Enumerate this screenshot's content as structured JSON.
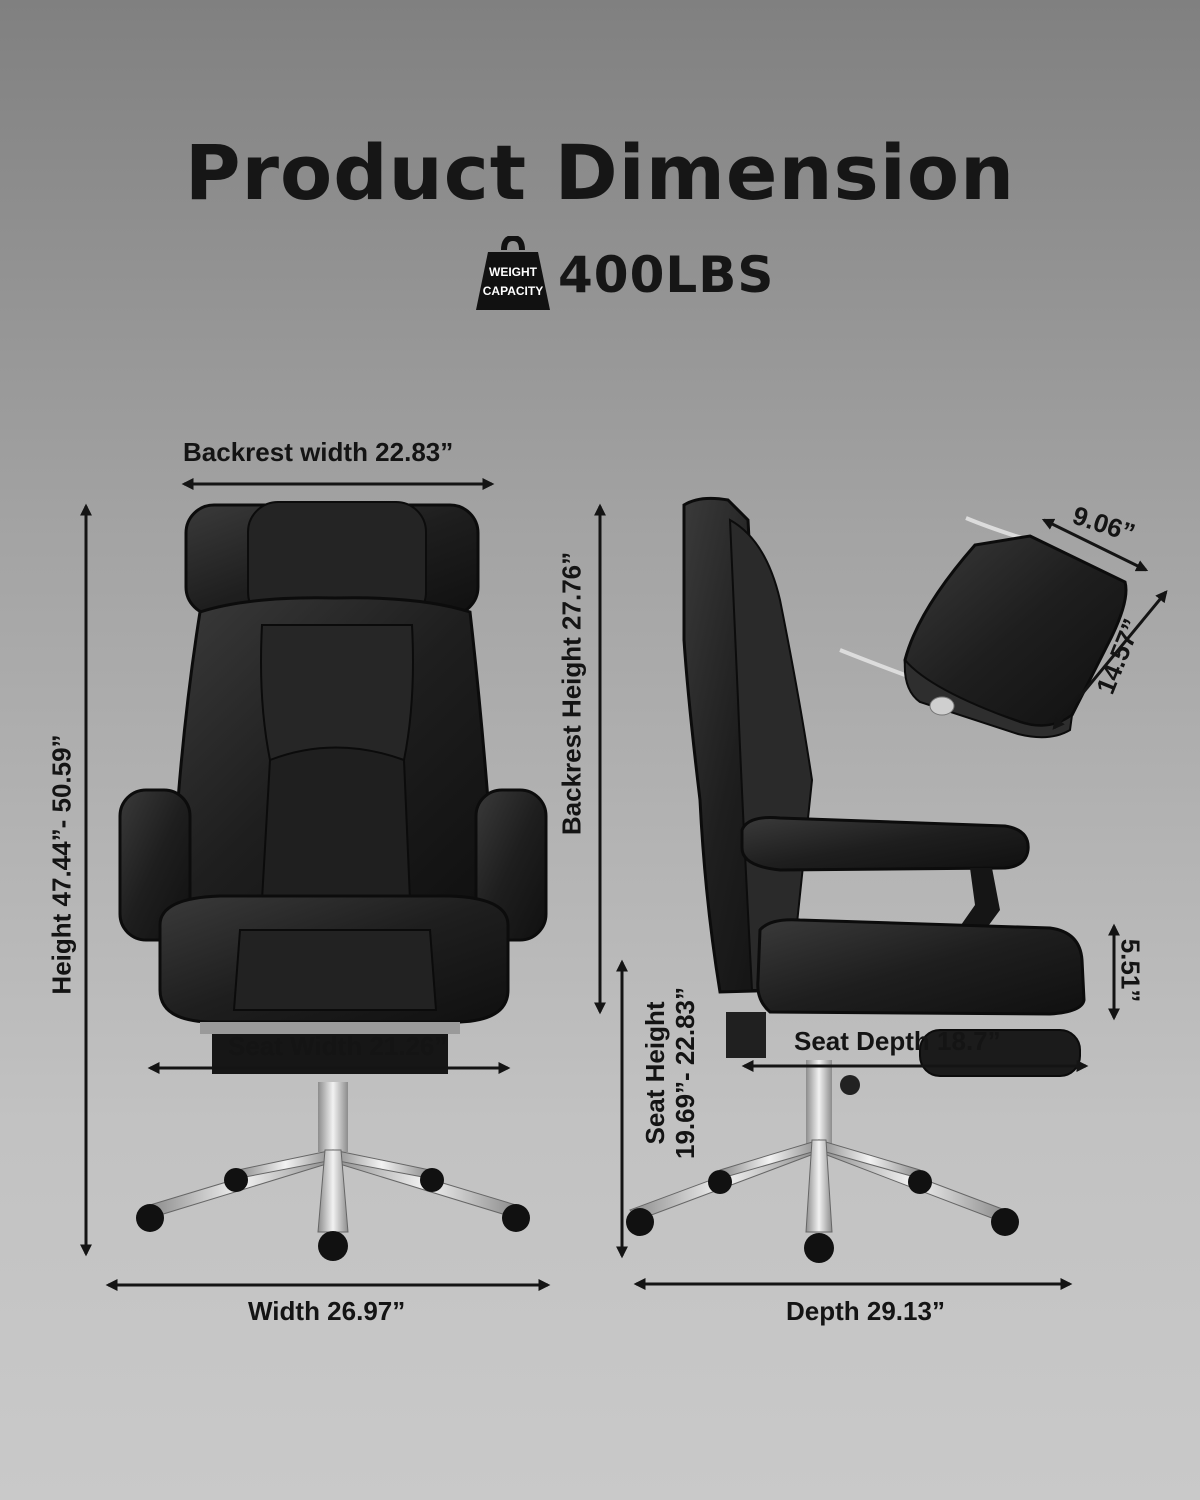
{
  "title": "Product Dimension",
  "weight": {
    "badge_line1": "WEIGHT",
    "badge_line2": "CAPACITY",
    "value": "400LBS"
  },
  "dimensions": {
    "backrest_width": "Backrest width 22.83”",
    "height": "Height 47.44”- 50.59”",
    "backrest_height": "Backrest Height 27.76”",
    "seat_width": "Seat Width 21.26”",
    "width": "Width 26.97”",
    "seat_height_line1": "Seat Height",
    "seat_height_line2": "19.69”- 22.83”",
    "seat_depth": "Seat Depth 18.7”",
    "depth": "Depth 29.13”",
    "footrest_width": "9.06”",
    "footrest_length": "14.57”",
    "footrest_thickness": "5.51”"
  },
  "colors": {
    "chair_leather": "#1c1c1c",
    "chrome": "#d0d0d0",
    "text": "#141414"
  }
}
